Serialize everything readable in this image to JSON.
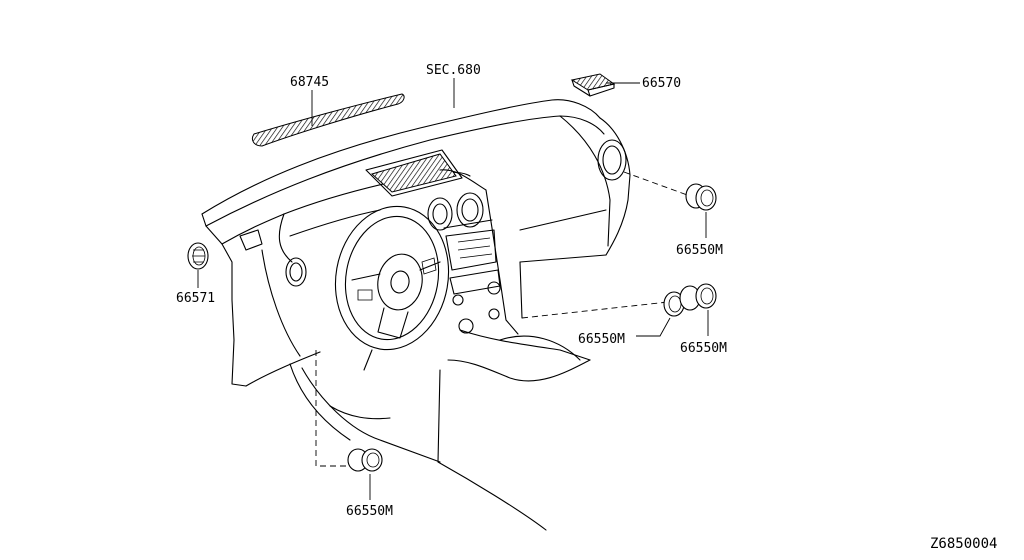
{
  "labels": {
    "p68745": "68745",
    "sec680": "SEC.680",
    "p66570": "66570",
    "p66571": "66571",
    "p66550m_right_top": "66550M",
    "p66550m_mid_left": "66550M",
    "p66550m_mid_right": "66550M",
    "p66550m_bottom": "66550M"
  },
  "diagram_code": "Z6850004"
}
